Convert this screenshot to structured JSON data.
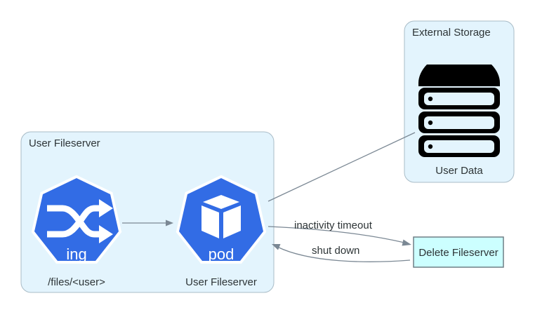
{
  "clusters": {
    "fileserver": {
      "label": "User Fileserver"
    },
    "storage": {
      "label": "External Storage"
    }
  },
  "nodes": {
    "ingress": {
      "icon_text": "ing",
      "label": "/files/<user>",
      "icon": "kubernetes-ingress-icon"
    },
    "pod": {
      "icon_text": "pod",
      "label": "User Fileserver",
      "icon": "kubernetes-pod-icon"
    },
    "storage": {
      "label": "User Data",
      "icon": "server-stack-icon"
    },
    "delete": {
      "label": "Delete Fileserver"
    }
  },
  "edges": {
    "timeout": {
      "label": "inactivity timeout"
    },
    "shutdown": {
      "label": "shut down"
    }
  },
  "colors": {
    "cluster_fill": "#e3f4fd",
    "cluster_border": "#a9bcc7",
    "k8s_blue": "#326ce5",
    "edge": "#7b8894",
    "box_fill": "#ccffff"
  }
}
